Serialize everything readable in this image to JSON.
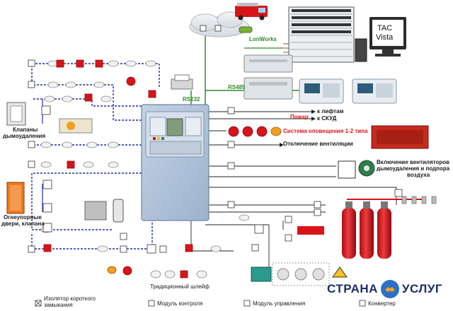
{
  "labels": {
    "lonworks": "LonWorks",
    "rs485": "RS485",
    "rs232": "RS232",
    "tac_vista_line1": "TAC",
    "tac_vista_line2": "Vista",
    "valves_line1": "Клапаны",
    "valves_line2": "дымоудаления",
    "firedoors_line1": "Огнеупорные",
    "firedoors_line2": "двери, клапана",
    "fire": "Пожар",
    "to_elevators": "к лифтам",
    "to_skud": "к СКУД",
    "alert_system": "Система оповещения 1-2 типа",
    "vent_off": "Отключение вентиляции",
    "smoke_fans_line1": "Включение вентиляторов",
    "smoke_fans_line2": "дымоудаления и подпора",
    "smoke_fans_line3": "воздуха",
    "traditional_loop": "Традиционный шлейф",
    "brand_left": "СТРАНА",
    "brand_right": "УСЛУГ"
  },
  "legend": [
    {
      "symbol": "⊠",
      "text_line1": "Изолятор короткого",
      "text_line2": "замыкания"
    },
    {
      "symbol": "▸|",
      "text_line1": "Модуль контроля",
      "text_line2": ""
    },
    {
      "symbol": "⊿",
      "text_line1": "Модуль управления",
      "text_line2": ""
    },
    {
      "symbol": "⊡",
      "text_line1": "Конвертер",
      "text_line2": ""
    }
  ],
  "colors": {
    "panel": "#a9bdd6",
    "loop": "#1b2fa8",
    "bus": "#2e8b2e",
    "alarm": "#d8141a",
    "cylinder": "#d8141a",
    "brand": "#1d2c6b"
  }
}
